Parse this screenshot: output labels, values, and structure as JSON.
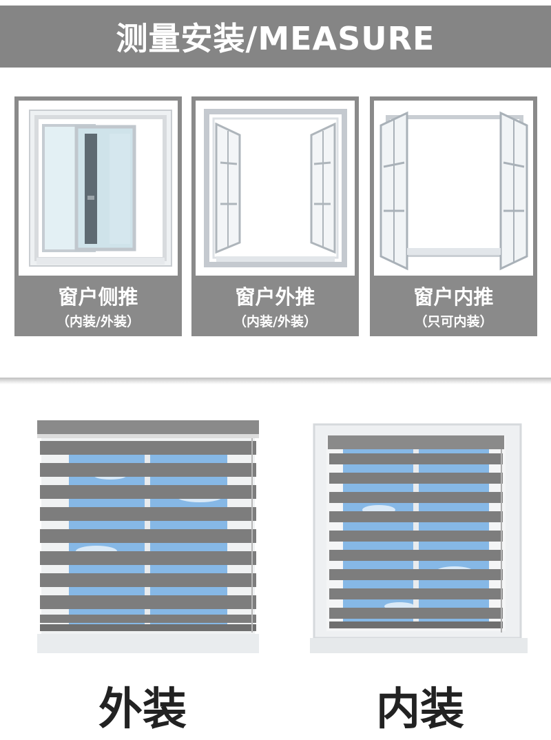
{
  "header": {
    "title": "测量安装/MEASURE"
  },
  "cards": [
    {
      "title": "窗户侧推",
      "subtitle": "（内装/外装）",
      "icon": "sliding-window"
    },
    {
      "title": "窗户外推",
      "subtitle": "（内装/外装）",
      "icon": "outward-casement-window"
    },
    {
      "title": "窗户内推",
      "subtitle": "（只可内装）",
      "icon": "inward-casement-window"
    }
  ],
  "installs": [
    {
      "label": "外装",
      "icon": "outside-mount-zebra-blind"
    },
    {
      "label": "内装",
      "icon": "inside-mount-zebra-blind"
    }
  ],
  "colors": {
    "header_bg": "#858585",
    "card_bg": "#8a8a8a",
    "blind": "#7d7d7d",
    "sky": "#7fb1e3"
  }
}
